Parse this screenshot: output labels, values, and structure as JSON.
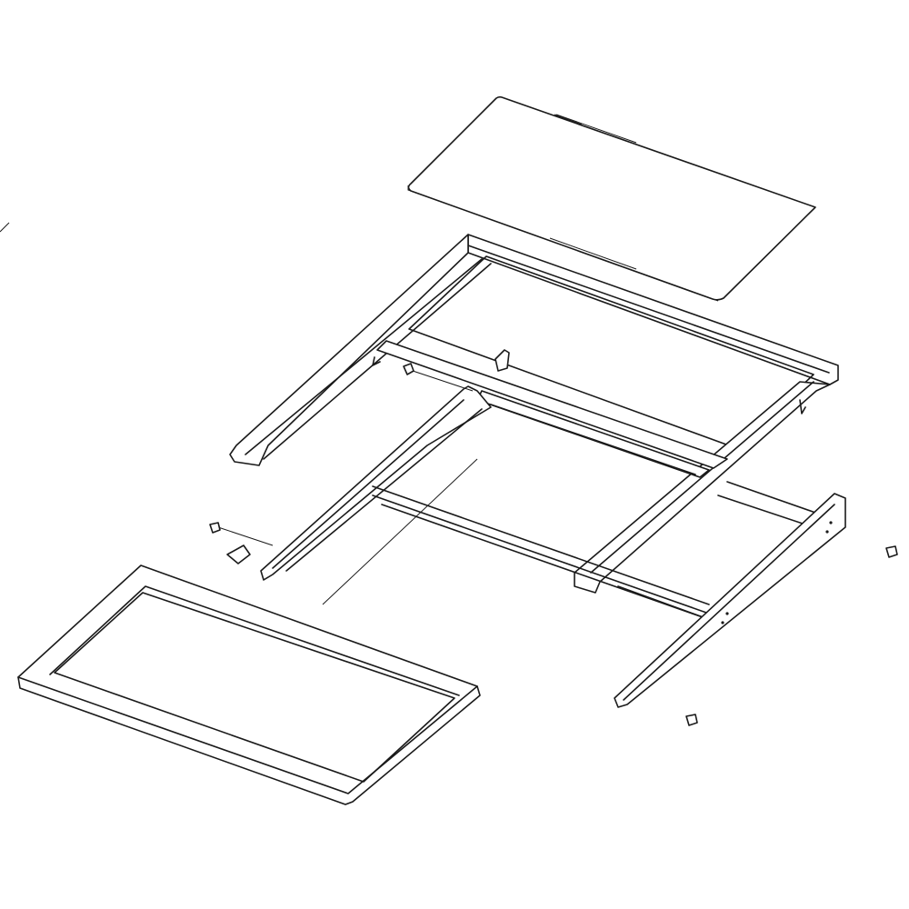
{
  "diagram": {
    "type": "exploded-parts-view",
    "colors": {
      "line": "#1a1a1a",
      "background": "#ffffff"
    },
    "parts": [
      {
        "id": "glass-panel-top",
        "icon": "glass-panel"
      },
      {
        "id": "shelf-frame",
        "icon": "frame"
      },
      {
        "id": "support-rail-left",
        "icon": "rail"
      },
      {
        "id": "shelf-tray-lower",
        "icon": "tray"
      },
      {
        "id": "bracket-right",
        "icon": "bracket"
      },
      {
        "id": "screws",
        "icon": "screw"
      },
      {
        "id": "clips",
        "icon": "clip"
      }
    ]
  }
}
